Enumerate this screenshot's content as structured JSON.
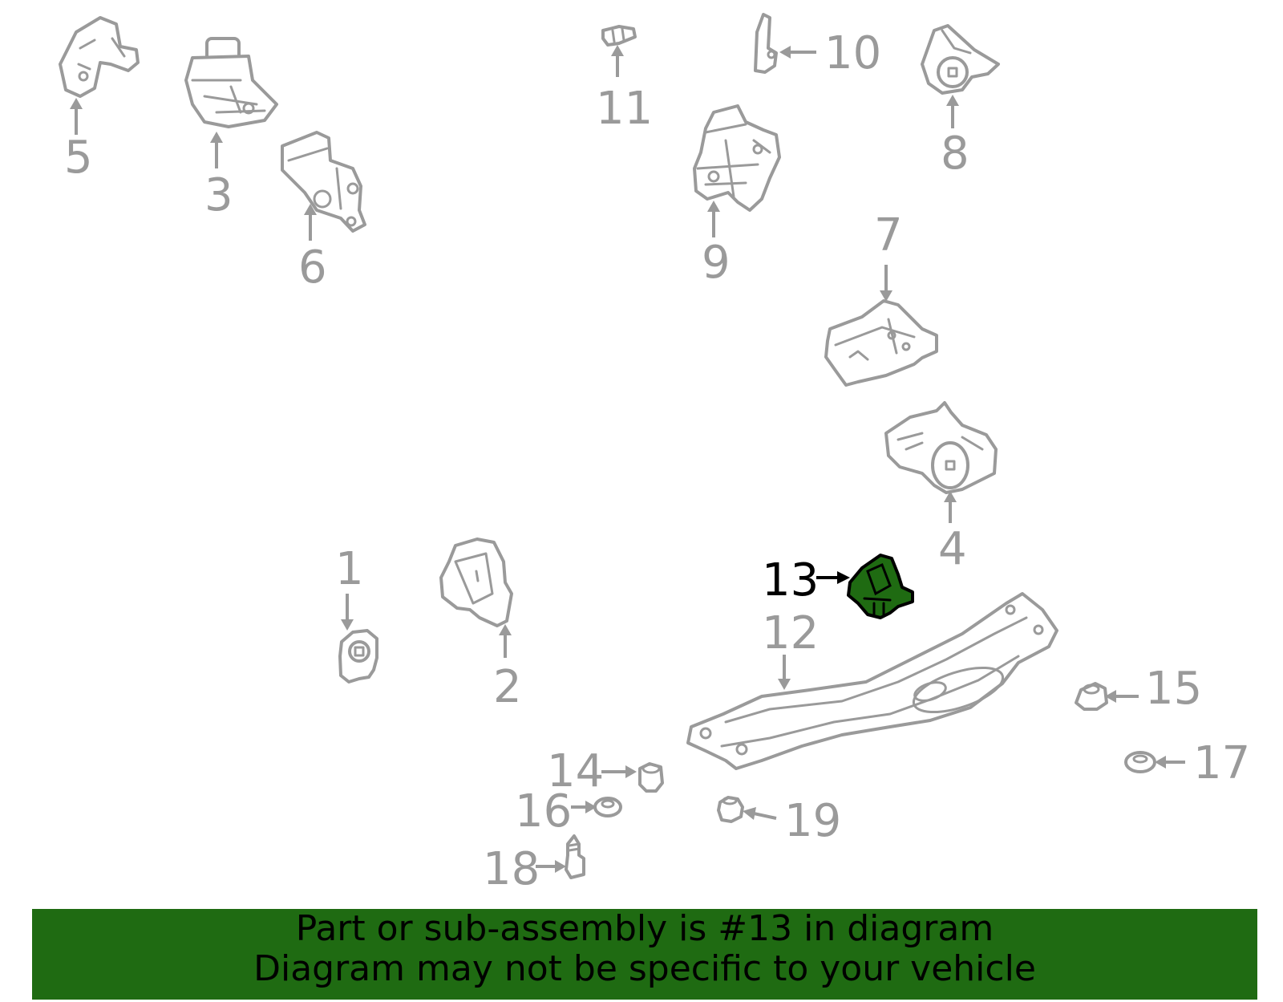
{
  "diagram": {
    "highlight_color": "#1f6b12",
    "part_color": "#9a9a9a",
    "callouts": [
      "1",
      "2",
      "3",
      "4",
      "5",
      "6",
      "7",
      "8",
      "9",
      "10",
      "11",
      "12",
      "13",
      "14",
      "15",
      "16",
      "17",
      "18",
      "19"
    ],
    "highlighted_part": "13"
  },
  "banner": {
    "line1": "Part or sub-assembly is #13 in diagram",
    "line2": "Diagram may not be specific to your vehicle",
    "background": "#1f6b12"
  }
}
